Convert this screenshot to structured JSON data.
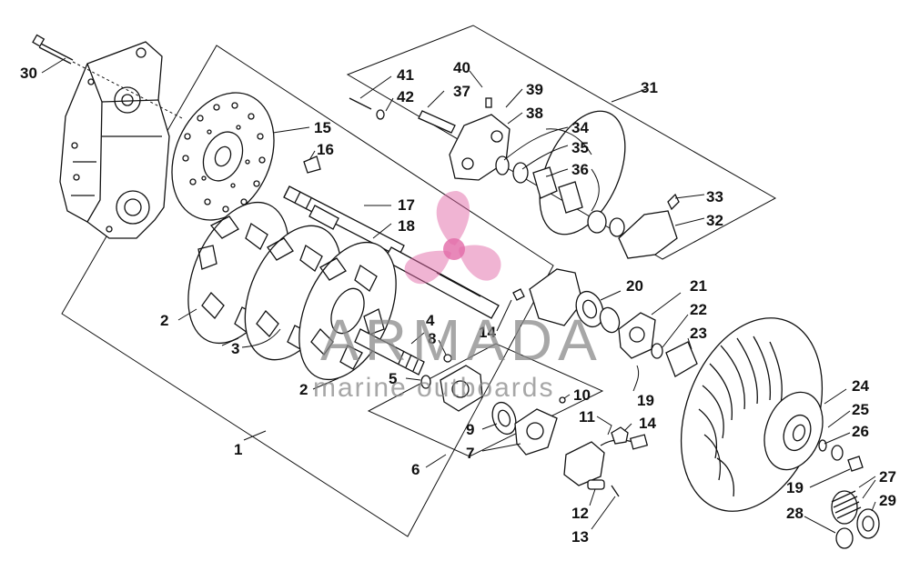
{
  "callouts": {
    "c1": "1",
    "c2a": "2",
    "c2b": "2",
    "c3": "3",
    "c4": "4",
    "c5": "5",
    "c6": "6",
    "c7": "7",
    "c8": "8",
    "c9": "9",
    "c10": "10",
    "c11": "11",
    "c12": "12",
    "c13": "13",
    "c14a": "14",
    "c14b": "14",
    "c15": "15",
    "c16": "16",
    "c17": "17",
    "c18": "18",
    "c19a": "19",
    "c19b": "19",
    "c20": "20",
    "c21": "21",
    "c22": "22",
    "c23": "23",
    "c24": "24",
    "c25": "25",
    "c26": "26",
    "c27": "27",
    "c28": "28",
    "c29": "29",
    "c30": "30",
    "c31": "31",
    "c32": "32",
    "c33": "33",
    "c34": "34",
    "c35": "35",
    "c36": "36",
    "c37": "37",
    "c38": "38",
    "c39": "39",
    "c40": "40",
    "c41": "41",
    "c42": "42"
  },
  "watermark": {
    "brand": "ARMADA",
    "tagline": "marine outboards",
    "color_grey": "#8a8a8a",
    "color_pink": "#e26aa8"
  }
}
